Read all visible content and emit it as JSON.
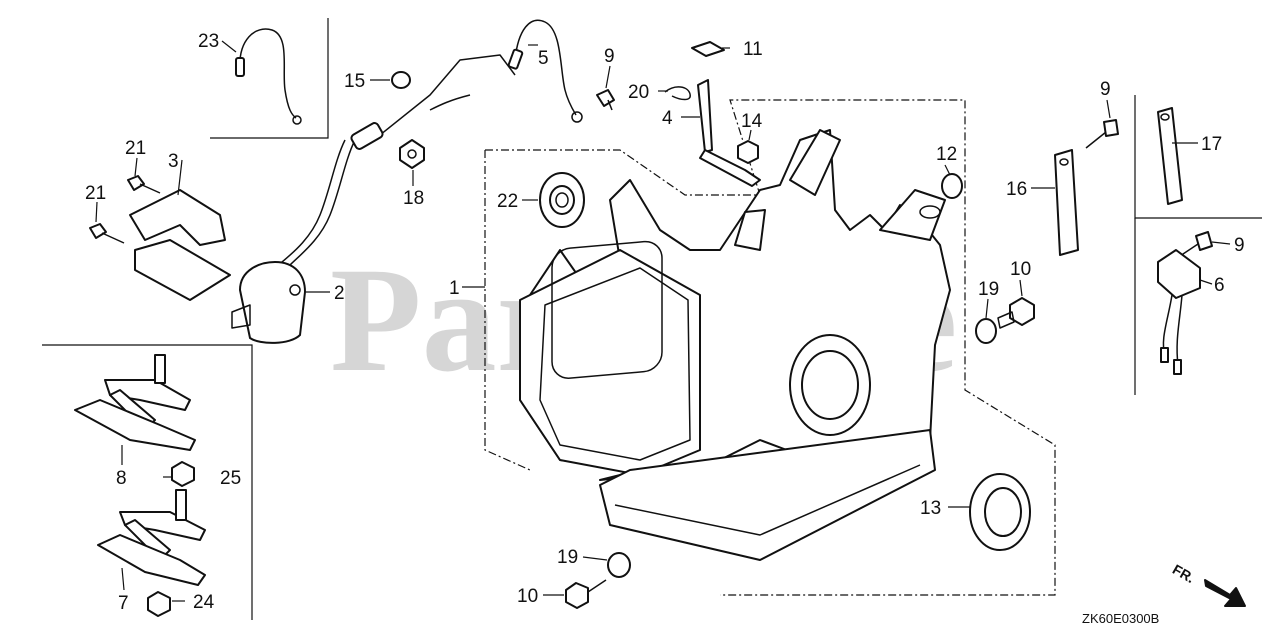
{
  "diagram": {
    "watermark": "PartsTree",
    "drawing_code": "ZK60E0300B",
    "direction_label": "FR.",
    "callouts": [
      {
        "id": "c1",
        "label": "1"
      },
      {
        "id": "c2",
        "label": "2"
      },
      {
        "id": "c3",
        "label": "3"
      },
      {
        "id": "c4",
        "label": "4"
      },
      {
        "id": "c5",
        "label": "5"
      },
      {
        "id": "c6",
        "label": "6"
      },
      {
        "id": "c7",
        "label": "7"
      },
      {
        "id": "c8",
        "label": "8"
      },
      {
        "id": "c9a",
        "label": "9"
      },
      {
        "id": "c9b",
        "label": "9"
      },
      {
        "id": "c9c",
        "label": "9"
      },
      {
        "id": "c10a",
        "label": "10"
      },
      {
        "id": "c10b",
        "label": "10"
      },
      {
        "id": "c11",
        "label": "11"
      },
      {
        "id": "c12",
        "label": "12"
      },
      {
        "id": "c13",
        "label": "13"
      },
      {
        "id": "c14",
        "label": "14"
      },
      {
        "id": "c15",
        "label": "15"
      },
      {
        "id": "c16",
        "label": "16"
      },
      {
        "id": "c17",
        "label": "17"
      },
      {
        "id": "c18",
        "label": "18"
      },
      {
        "id": "c19a",
        "label": "19"
      },
      {
        "id": "c19b",
        "label": "19"
      },
      {
        "id": "c20",
        "label": "20"
      },
      {
        "id": "c21a",
        "label": "21"
      },
      {
        "id": "c21b",
        "label": "21"
      },
      {
        "id": "c22",
        "label": "22"
      },
      {
        "id": "c23",
        "label": "23"
      },
      {
        "id": "c24",
        "label": "24"
      },
      {
        "id": "c25",
        "label": "25"
      }
    ]
  }
}
